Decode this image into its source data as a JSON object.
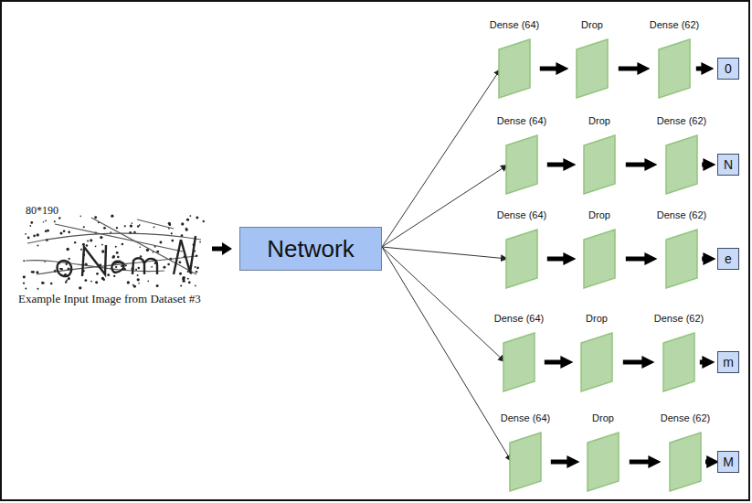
{
  "diagram": {
    "nodes": [
      {
        "text": [
          "Network"
        ]
      },
      {
        "text": [
          "Dense (64)"
        ]
      },
      {
        "text": [
          "Drop"
        ]
      },
      {
        "text": [
          "Dense (62)"
        ]
      },
      {
        "text": [
          "0"
        ]
      },
      {
        "text": [
          "Dense (64)"
        ]
      },
      {
        "text": [
          "Drop"
        ]
      },
      {
        "text": [
          "Dense (62)"
        ]
      },
      {
        "text": [
          "N"
        ]
      },
      {
        "text": [
          "Dense (64)"
        ]
      },
      {
        "text": [
          "Drop"
        ]
      },
      {
        "text": [
          "Dense (62)"
        ]
      },
      {
        "text": [
          "e"
        ]
      },
      {
        "text": [
          "Dense (64)"
        ]
      },
      {
        "text": [
          "Drop"
        ]
      },
      {
        "text": [
          "Dense (62)"
        ]
      },
      {
        "text": [
          "m"
        ]
      },
      {
        "text": [
          "Dense (64)"
        ]
      },
      {
        "text": [
          "Drop"
        ]
      },
      {
        "text": [
          "Dense (62)"
        ]
      },
      {
        "text": [
          "M"
        ]
      }
    ],
    "edges": [
      {
        "from": 0,
        "to": 1,
        "arrow": "to"
      },
      {
        "from": 0,
        "to": 5,
        "arrow": "to"
      },
      {
        "from": 0,
        "to": 9,
        "arrow": "to"
      },
      {
        "from": 0,
        "to": 13,
        "arrow": "to"
      },
      {
        "from": 0,
        "to": 17,
        "arrow": "to"
      },
      {
        "from": 1,
        "to": 2,
        "arrow": "to"
      },
      {
        "from": 2,
        "to": 3,
        "arrow": "to"
      },
      {
        "from": 3,
        "to": 4,
        "arrow": "to"
      },
      {
        "from": 5,
        "to": 6,
        "arrow": "to"
      },
      {
        "from": 6,
        "to": 7,
        "arrow": "to"
      },
      {
        "from": 7,
        "to": 8,
        "arrow": "to"
      },
      {
        "from": 9,
        "to": 10,
        "arrow": "to"
      },
      {
        "from": 10,
        "to": 11,
        "arrow": "to"
      },
      {
        "from": 11,
        "to": 12,
        "arrow": "to"
      },
      {
        "from": 13,
        "to": 14,
        "arrow": "to"
      },
      {
        "from": 14,
        "to": 15,
        "arrow": "to"
      },
      {
        "from": 15,
        "to": 16,
        "arrow": "to"
      },
      {
        "from": 17,
        "to": 18,
        "arrow": "to"
      },
      {
        "from": 18,
        "to": 19,
        "arrow": "to"
      },
      {
        "from": 19,
        "to": 20,
        "arrow": "to"
      }
    ],
    "labels": [
      "80*190",
      "Example Input Image from Dataset #3"
    ]
  }
}
